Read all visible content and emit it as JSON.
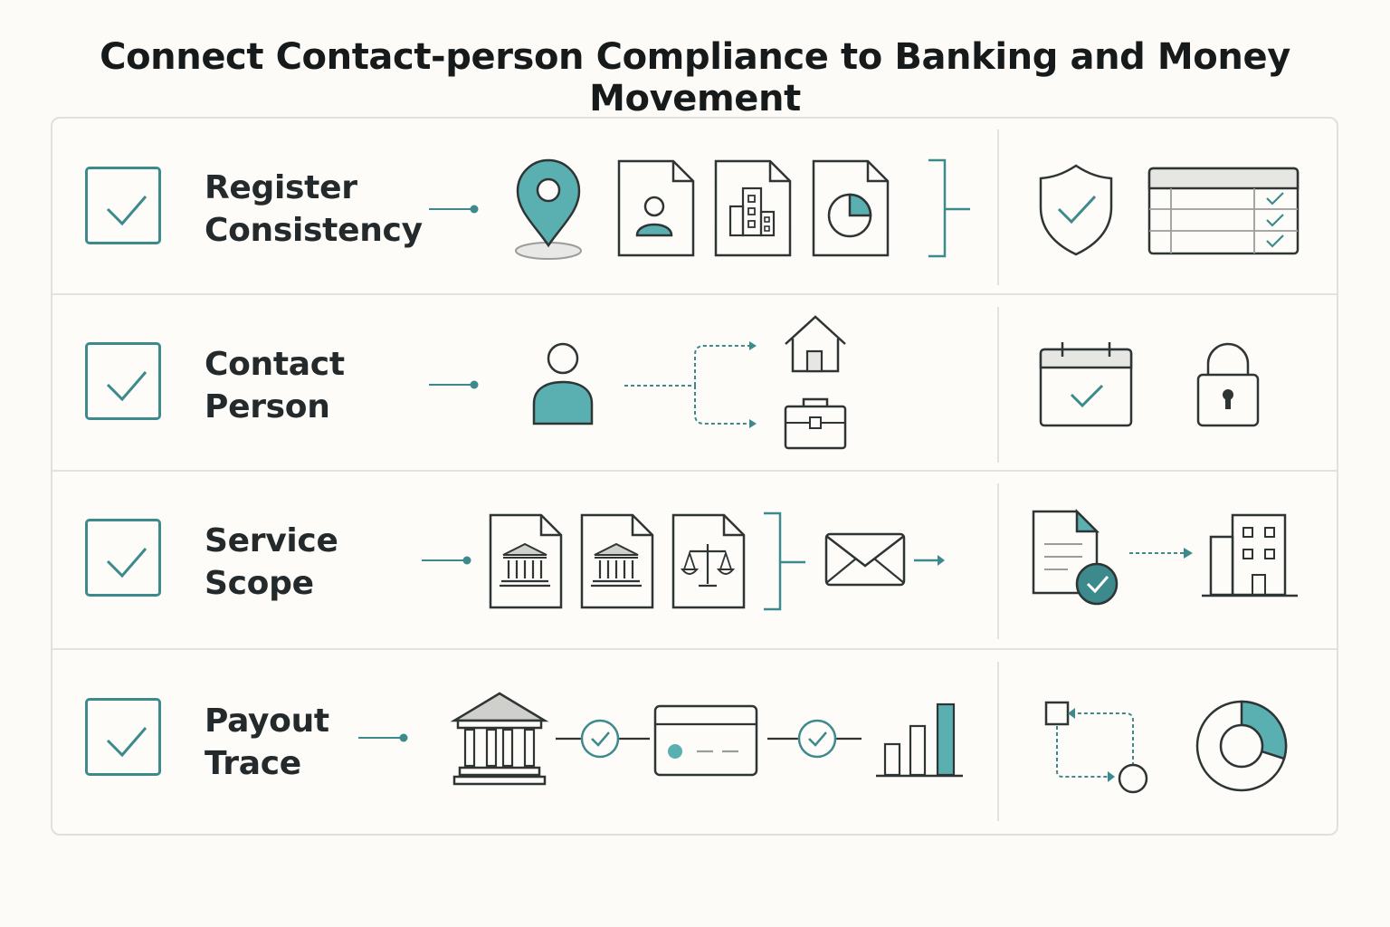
{
  "title": "Connect Contact-person Compliance to Banking and Money Movement",
  "colors": {
    "accent": "#5aafb1",
    "accent_dark": "#3d8a8c",
    "stroke": "#2f3435",
    "divider": "#e4e2de",
    "background": "#fcfbf8"
  },
  "rows": [
    {
      "label_line1": "Register",
      "label_line2": "Consistency",
      "icons": [
        "location-pin-icon",
        "person-document-icon",
        "building-document-icon",
        "pie-document-icon",
        "bracket-icon",
        "shield-check-icon",
        "checklist-table-icon"
      ]
    },
    {
      "label_line1": "Contact",
      "label_line2": "Person",
      "icons": [
        "person-icon",
        "branch-arrows-icon",
        "house-icon",
        "briefcase-icon",
        "calendar-check-icon",
        "padlock-icon"
      ]
    },
    {
      "label_line1": "Service",
      "label_line2": "Scope",
      "icons": [
        "bank-document-icon",
        "bank-document-icon",
        "scales-document-icon",
        "bracket-icon",
        "envelope-icon",
        "verified-document-icon",
        "office-building-icon"
      ]
    },
    {
      "label_line1": "Payout",
      "label_line2": "Trace",
      "icons": [
        "bank-icon",
        "check-circle-icon",
        "card-icon",
        "check-circle-icon",
        "bar-chart-icon",
        "flow-loop-icon",
        "donut-chart-icon"
      ]
    }
  ]
}
